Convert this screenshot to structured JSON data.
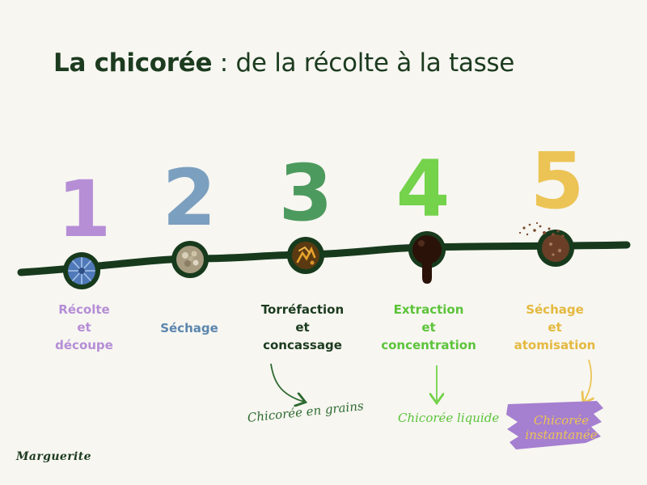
{
  "title": {
    "bold": "La chicorée",
    "rest": " : de la récolte à la tasse"
  },
  "colors": {
    "dark_green": "#1c3b1f",
    "step1": "#b58ed6",
    "step2": "#7b9fbf",
    "step3": "#4d9a5e",
    "step4": "#74d24b",
    "step5": "#ecc455"
  },
  "steps": [
    {
      "number": "1",
      "lines": [
        "Récolte",
        "et",
        "découpe"
      ],
      "icon": "chicory-flower-icon"
    },
    {
      "number": "2",
      "lines": [
        "Séchage"
      ],
      "icon": "dried-chicory-icon"
    },
    {
      "number": "3",
      "lines": [
        "Torréfaction",
        "et",
        "concassage"
      ],
      "icon": "roasted-chicory-icon"
    },
    {
      "number": "4",
      "lines": [
        "Extraction",
        "et",
        "concentration"
      ],
      "icon": "liquid-drip-icon"
    },
    {
      "number": "5",
      "lines": [
        "Séchage",
        "et",
        "atomisation"
      ],
      "icon": "powder-icon"
    }
  ],
  "products": [
    {
      "text": "Chicorée en grains"
    },
    {
      "text": "Chicorée liquide"
    },
    {
      "lines": [
        "Chicorée",
        "instantanée"
      ]
    }
  ],
  "brand": "Marguerite"
}
